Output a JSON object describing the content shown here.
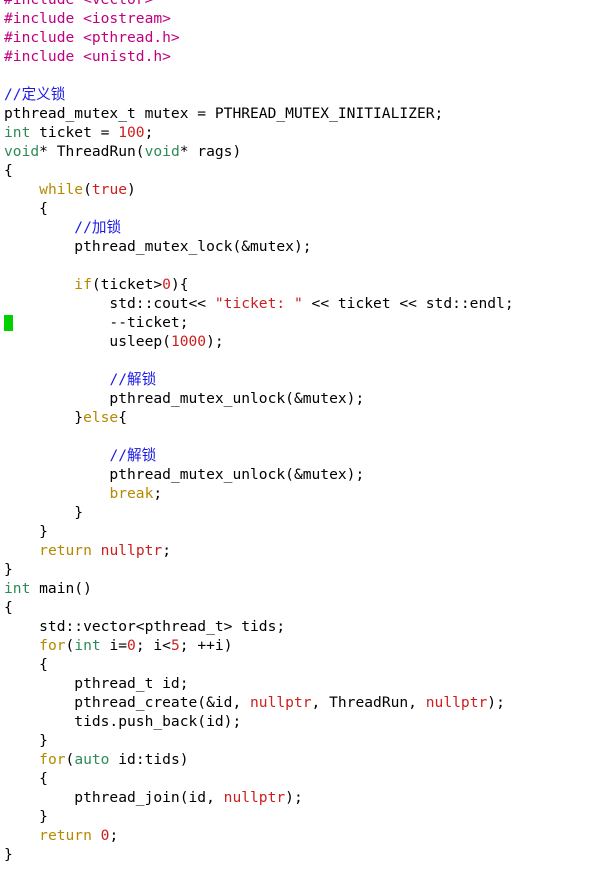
{
  "colors": {
    "background": "#ffffff",
    "preprocessor": "#c0007f",
    "comment": "#1a1ae6",
    "keyword": "#b58900",
    "type": "#2e8b57",
    "literal": "#cc1f1f",
    "text": "#000000",
    "cursor": "#00d000"
  },
  "editor": {
    "cursor_line": 17,
    "lines": [
      [
        {
          "t": "pre",
          "s": "#include <vector>"
        }
      ],
      [
        {
          "t": "pre",
          "s": "#include <iostream>"
        }
      ],
      [
        {
          "t": "pre",
          "s": "#include <pthread.h>"
        }
      ],
      [
        {
          "t": "pre",
          "s": "#include <unistd.h>"
        }
      ],
      [],
      [
        {
          "t": "cm",
          "s": "//定义锁"
        }
      ],
      [
        {
          "t": "id",
          "s": "pthread_mutex_t mutex = PTHREAD_MUTEX_INITIALIZER;"
        }
      ],
      [
        {
          "t": "type",
          "s": "int"
        },
        {
          "t": "id",
          "s": " ticket = "
        },
        {
          "t": "lit",
          "s": "100"
        },
        {
          "t": "id",
          "s": ";"
        }
      ],
      [
        {
          "t": "type",
          "s": "void"
        },
        {
          "t": "id",
          "s": "* ThreadRun("
        },
        {
          "t": "type",
          "s": "void"
        },
        {
          "t": "id",
          "s": "* rags)"
        }
      ],
      [
        {
          "t": "id",
          "s": "{"
        }
      ],
      [
        {
          "t": "id",
          "s": "    "
        },
        {
          "t": "kw",
          "s": "while"
        },
        {
          "t": "id",
          "s": "("
        },
        {
          "t": "lit",
          "s": "true"
        },
        {
          "t": "id",
          "s": ")"
        }
      ],
      [
        {
          "t": "id",
          "s": "    {"
        }
      ],
      [
        {
          "t": "id",
          "s": "        "
        },
        {
          "t": "cm",
          "s": "//加锁"
        }
      ],
      [
        {
          "t": "id",
          "s": "        pthread_mutex_lock(&mutex);"
        }
      ],
      [],
      [
        {
          "t": "id",
          "s": "        "
        },
        {
          "t": "kw",
          "s": "if"
        },
        {
          "t": "id",
          "s": "(ticket>"
        },
        {
          "t": "lit",
          "s": "0"
        },
        {
          "t": "id",
          "s": "){"
        }
      ],
      [
        {
          "t": "id",
          "s": "            std::cout<< "
        },
        {
          "t": "str",
          "s": "\"ticket: \""
        },
        {
          "t": "id",
          "s": " << ticket << std::endl;"
        }
      ],
      [
        {
          "t": "id",
          "s": "            --ticket;"
        }
      ],
      [
        {
          "t": "id",
          "s": "            usleep("
        },
        {
          "t": "lit",
          "s": "1000"
        },
        {
          "t": "id",
          "s": ");"
        }
      ],
      [],
      [
        {
          "t": "id",
          "s": "            "
        },
        {
          "t": "cm",
          "s": "//解锁"
        }
      ],
      [
        {
          "t": "id",
          "s": "            pthread_mutex_unlock(&mutex);"
        }
      ],
      [
        {
          "t": "id",
          "s": "        }"
        },
        {
          "t": "kw",
          "s": "else"
        },
        {
          "t": "id",
          "s": "{"
        }
      ],
      [],
      [
        {
          "t": "id",
          "s": "            "
        },
        {
          "t": "cm",
          "s": "//解锁"
        }
      ],
      [
        {
          "t": "id",
          "s": "            pthread_mutex_unlock(&mutex);"
        }
      ],
      [
        {
          "t": "id",
          "s": "            "
        },
        {
          "t": "kw",
          "s": "break"
        },
        {
          "t": "id",
          "s": ";"
        }
      ],
      [
        {
          "t": "id",
          "s": "        }"
        }
      ],
      [
        {
          "t": "id",
          "s": "    }"
        }
      ],
      [
        {
          "t": "id",
          "s": "    "
        },
        {
          "t": "kw",
          "s": "return"
        },
        {
          "t": "id",
          "s": " "
        },
        {
          "t": "lit",
          "s": "nullptr"
        },
        {
          "t": "id",
          "s": ";"
        }
      ],
      [
        {
          "t": "id",
          "s": "}"
        }
      ],
      [
        {
          "t": "type",
          "s": "int"
        },
        {
          "t": "id",
          "s": " main()"
        }
      ],
      [
        {
          "t": "id",
          "s": "{"
        }
      ],
      [
        {
          "t": "id",
          "s": "    std::vector<pthread_t> tids;"
        }
      ],
      [
        {
          "t": "id",
          "s": "    "
        },
        {
          "t": "kw",
          "s": "for"
        },
        {
          "t": "id",
          "s": "("
        },
        {
          "t": "type",
          "s": "int"
        },
        {
          "t": "id",
          "s": " i="
        },
        {
          "t": "lit",
          "s": "0"
        },
        {
          "t": "id",
          "s": "; i<"
        },
        {
          "t": "lit",
          "s": "5"
        },
        {
          "t": "id",
          "s": "; ++i)"
        }
      ],
      [
        {
          "t": "id",
          "s": "    {"
        }
      ],
      [
        {
          "t": "id",
          "s": "        pthread_t id;"
        }
      ],
      [
        {
          "t": "id",
          "s": "        pthread_create(&id, "
        },
        {
          "t": "lit",
          "s": "nullptr"
        },
        {
          "t": "id",
          "s": ", ThreadRun, "
        },
        {
          "t": "lit",
          "s": "nullptr"
        },
        {
          "t": "id",
          "s": ");"
        }
      ],
      [
        {
          "t": "id",
          "s": "        tids.push_back(id);"
        }
      ],
      [
        {
          "t": "id",
          "s": "    }"
        }
      ],
      [
        {
          "t": "id",
          "s": "    "
        },
        {
          "t": "kw",
          "s": "for"
        },
        {
          "t": "id",
          "s": "("
        },
        {
          "t": "type",
          "s": "auto"
        },
        {
          "t": "id",
          "s": " id:tids)"
        }
      ],
      [
        {
          "t": "id",
          "s": "    {"
        }
      ],
      [
        {
          "t": "id",
          "s": "        pthread_join(id, "
        },
        {
          "t": "lit",
          "s": "nullptr"
        },
        {
          "t": "id",
          "s": ");"
        }
      ],
      [
        {
          "t": "id",
          "s": "    }"
        }
      ],
      [
        {
          "t": "id",
          "s": "    "
        },
        {
          "t": "kw",
          "s": "return"
        },
        {
          "t": "id",
          "s": " "
        },
        {
          "t": "lit",
          "s": "0"
        },
        {
          "t": "id",
          "s": ";"
        }
      ],
      [
        {
          "t": "id",
          "s": "}"
        }
      ]
    ]
  }
}
